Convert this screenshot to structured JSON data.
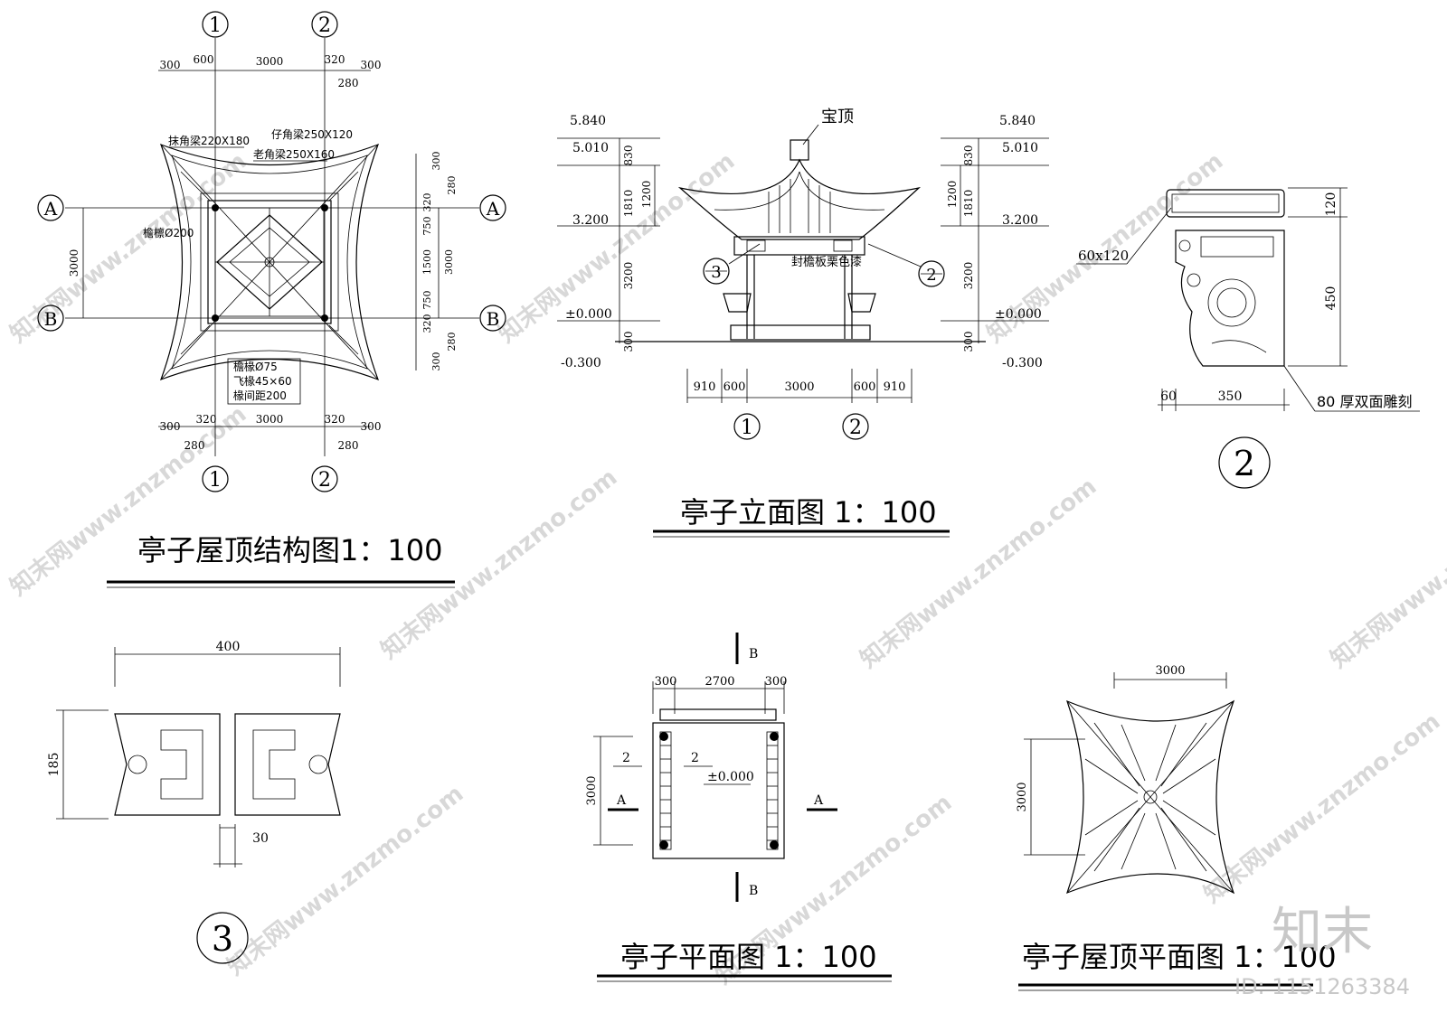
{
  "titles": {
    "roof_structure": "亭子屋顶结构图1：100",
    "elevation": "亭子立面图 1：100",
    "plan": "亭子平面图 1：100",
    "roof_plan": "亭子屋顶平面图 1：100"
  },
  "grid_labels": {
    "one": "1",
    "two": "2",
    "a": "A",
    "b": "B"
  },
  "roof_structure": {
    "top_dims": [
      "300",
      "600",
      "3000",
      "320",
      "300",
      "280"
    ],
    "bottom_dims": [
      "300",
      "320",
      "3000",
      "320",
      "300",
      "280",
      "280"
    ],
    "left_dim": "3000",
    "right_dims": [
      "300",
      "280",
      "320",
      "750",
      "1500",
      "3000",
      "750",
      "320",
      "280",
      "300"
    ],
    "notes": {
      "corner_beam": "抹角梁220X180",
      "small_beam": "仔角梁250X120",
      "old_beam": "老角梁250X160",
      "purlin": "檐檩Ø200",
      "rafter": "檐椽Ø75",
      "flying_rafter": "飞椽45×60",
      "spacing": "椽间距200"
    }
  },
  "elevation": {
    "top_label": "宝顶",
    "board_label": "封檐板栗色漆",
    "levels_left": [
      "5.840",
      "5.010",
      "3.200",
      "±0.000",
      "-0.300"
    ],
    "levels_right": [
      "5.840",
      "5.010",
      "3.200",
      "±0.000",
      "-0.300"
    ],
    "vert_dims": [
      "830",
      "1200",
      "1810",
      "3200",
      "300"
    ],
    "horiz_dims": [
      "910",
      "600",
      "3000",
      "600",
      "910"
    ],
    "detail_refs": [
      "3",
      "2"
    ]
  },
  "detail2": {
    "dims": [
      "120",
      "450",
      "60",
      "350"
    ],
    "size_label": "60x120",
    "carve_label": "80 厚双面雕刻",
    "number": "2"
  },
  "detail3": {
    "dims": [
      "400",
      "185",
      "30"
    ],
    "number": "3"
  },
  "plan": {
    "dims": [
      "300",
      "2700",
      "300",
      "3000"
    ],
    "level": "±0.000",
    "section_labels": [
      "B",
      "B",
      "A",
      "A",
      "2",
      "2"
    ]
  },
  "roof_plan": {
    "dims": [
      "3000",
      "3000"
    ]
  },
  "watermark": {
    "brand": "知末",
    "id": "ID: 1151263384",
    "site": "知末网www.znzmo.com"
  }
}
